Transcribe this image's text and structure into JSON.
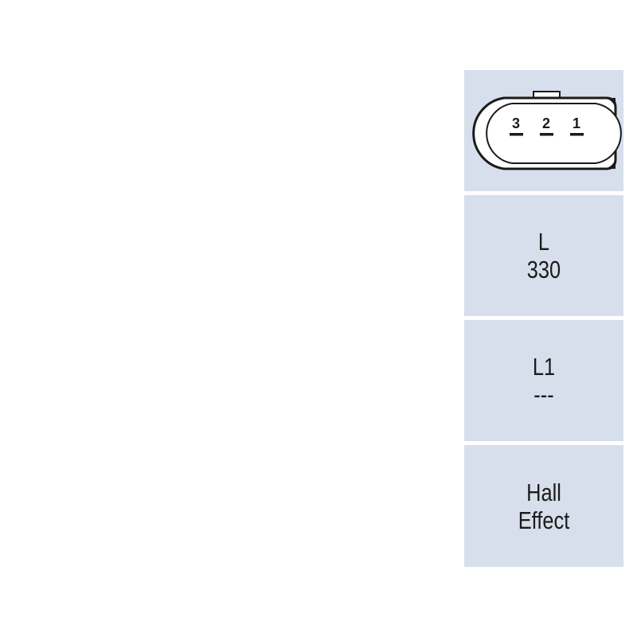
{
  "connector": {
    "pins": [
      "3",
      "2",
      "1"
    ]
  },
  "cells": {
    "length_label": "L",
    "length_value": "330",
    "l1_label": "L1",
    "l1_value": "---",
    "type_line1": "Hall",
    "type_line2": "Effect"
  },
  "colors": {
    "panel": "#d6dfeb",
    "ink": "#1b1b1b"
  }
}
